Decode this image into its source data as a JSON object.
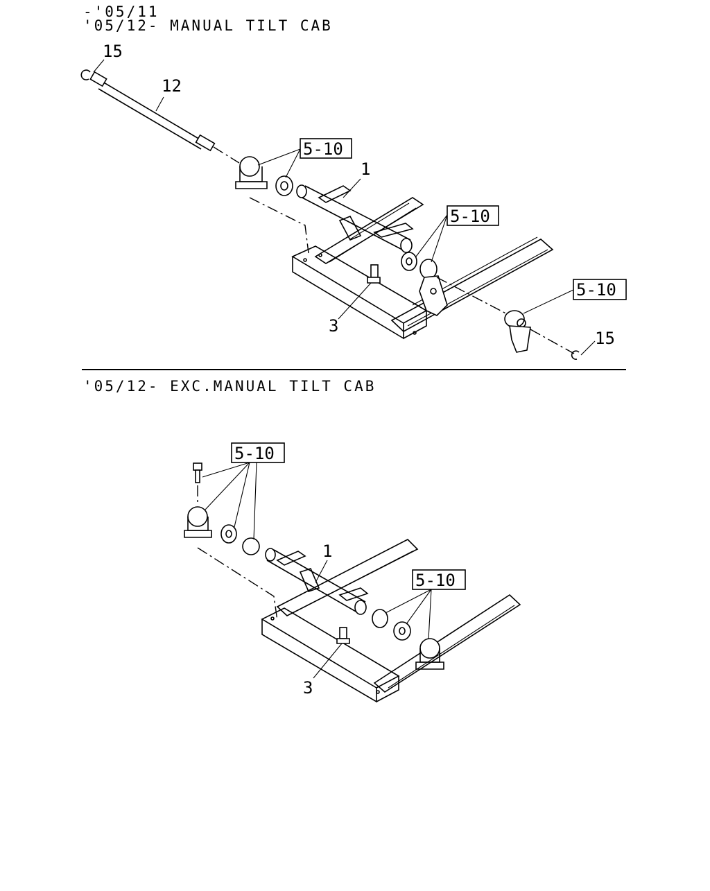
{
  "sections": [
    {
      "header_lines": [
        "-'05/11",
        "'05/12- MANUAL TILT CAB"
      ],
      "callouts": [
        "15",
        "12",
        "1",
        "3",
        "15"
      ],
      "ref_boxes": [
        "5-10",
        "5-10",
        "5-10"
      ]
    },
    {
      "header_lines": [
        "'05/12- EXC.MANUAL TILT CAB"
      ],
      "callouts": [
        "1",
        "3"
      ],
      "ref_boxes": [
        "5-10",
        "5-10"
      ]
    }
  ]
}
